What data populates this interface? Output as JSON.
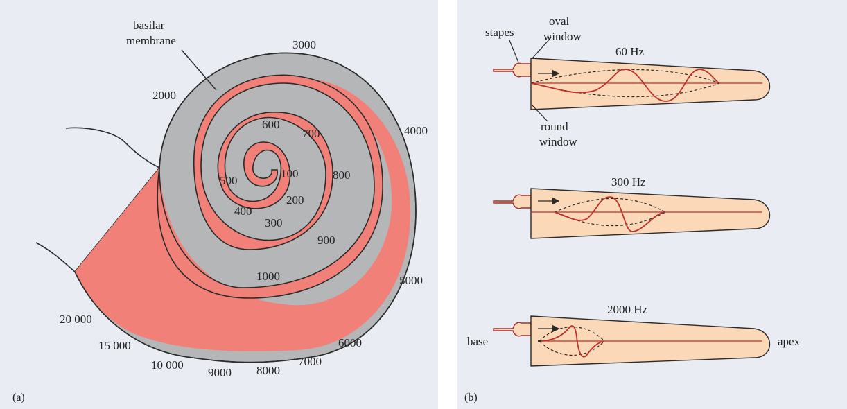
{
  "colors": {
    "background": "#e9ecf3",
    "membrane_gray": "#b5b6b8",
    "fluid_red": "#f08078",
    "tube_fill": "#fbd9b8",
    "wave_red": "#c0302a",
    "outline": "#2b2b2b"
  },
  "panel_a": {
    "panel_label": "(a)",
    "membrane_label_line1": "basilar",
    "membrane_label_line2": "membrane",
    "frequencies": {
      "f100": "100",
      "f200": "200",
      "f300": "300",
      "f400": "400",
      "f500": "500",
      "f600": "600",
      "f700": "700",
      "f800": "800",
      "f900": "900",
      "f1000": "1000",
      "f2000": "2000",
      "f3000": "3000",
      "f4000": "4000",
      "f5000": "5000",
      "f6000": "6000",
      "f7000": "7000",
      "f8000": "8000",
      "f9000": "9000",
      "f10000": "10 000",
      "f15000": "15 000",
      "f20000": "20 000"
    }
  },
  "panel_b": {
    "panel_label": "(b)",
    "stapes": "stapes",
    "oval_window_line1": "oval",
    "oval_window_line2": "window",
    "round_window_line1": "round",
    "round_window_line2": "window",
    "base": "base",
    "apex": "apex",
    "tubes": [
      {
        "frequency_label": "60 Hz"
      },
      {
        "frequency_label": "300 Hz"
      },
      {
        "frequency_label": "2000 Hz"
      }
    ]
  }
}
